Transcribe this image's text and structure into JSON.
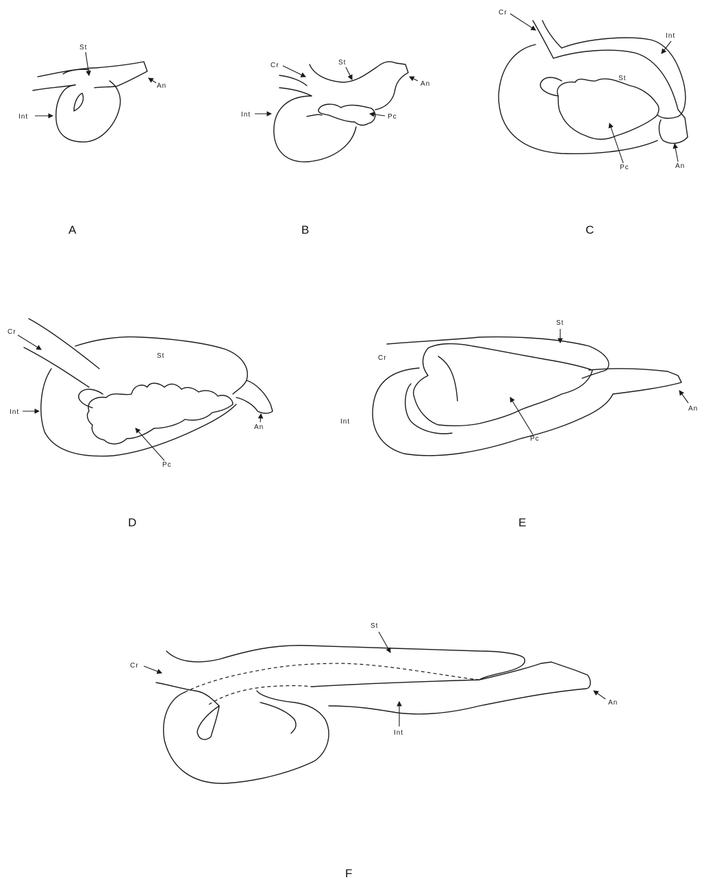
{
  "labels": {
    "cr": "Cr",
    "st": "St",
    "int": "Int",
    "an": "An",
    "pc": "Pc"
  },
  "panels": {
    "a": "A",
    "b": "B",
    "c": "C",
    "d": "D",
    "e": "E",
    "f": "F"
  }
}
